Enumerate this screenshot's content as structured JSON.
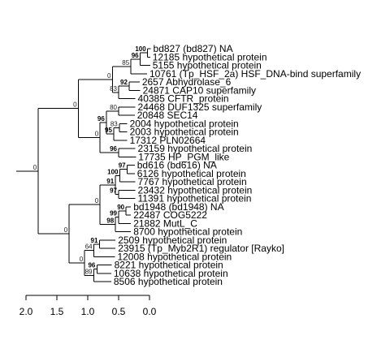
{
  "tree": {
    "id": "n_root",
    "bl": 0.2,
    "support": "0",
    "strong": false,
    "children": [
      {
        "id": "n_A",
        "bl": 0.65,
        "support": "0",
        "strong": false,
        "children": [
          {
            "id": "n_A1",
            "bl": 0.55,
            "support": "0",
            "strong": false,
            "children": [
              {
                "id": "n_A1a",
                "bl": 0.3,
                "support": "85",
                "strong": false,
                "children": [
                  {
                    "id": "n_A1a1",
                    "bl": 0.15,
                    "support": "96",
                    "strong": true,
                    "children": [
                      {
                        "id": "n_A1a1a",
                        "bl": 0.12,
                        "support": "100",
                        "strong": true,
                        "children": [
                          {
                            "id": "L1",
                            "bl": 0.05,
                            "label": "bd827 (bd827) NA"
                          },
                          {
                            "id": "L2",
                            "bl": 0.04,
                            "label": "12185 hypothetical protein"
                          }
                        ]
                      },
                      {
                        "id": "L3",
                        "bl": 0.16,
                        "label": "5155 hypothetical protein"
                      }
                    ]
                  },
                  {
                    "id": "L4",
                    "bl": 0.26,
                    "label": "10761 (Tp_HSF_2a) HSF_DNA-bind superfamily"
                  }
                ]
              },
              {
                "id": "n_A1b",
                "bl": 0.1,
                "support": "83",
                "strong": false,
                "children": [
                  {
                    "id": "n_A1b1",
                    "bl": 0.17,
                    "support": "92",
                    "strong": true,
                    "children": [
                      {
                        "id": "L5",
                        "bl": 0.17,
                        "label": "2657 Abhydrolase_6"
                      },
                      {
                        "id": "L6",
                        "bl": 0.18,
                        "label": "24871 CAP10 superfamily"
                      }
                    ]
                  },
                  {
                    "id": "L7",
                    "bl": 0.27,
                    "label": "40385 CFTR_protein"
                  }
                ]
              }
            ]
          },
          {
            "id": "n_A2",
            "bl": 0.35,
            "support": "0",
            "strong": false,
            "children": [
              {
                "id": "n_A2a",
                "bl": 0.1,
                "support": "96",
                "strong": true,
                "children": [
                  {
                    "id": "n_A2a1",
                    "bl": 0.2,
                    "support": "80",
                    "strong": false,
                    "children": [
                      {
                        "id": "L8",
                        "bl": 0.27,
                        "label": "24468 DUF1325 superfamily"
                      },
                      {
                        "id": "L9",
                        "bl": 0.26,
                        "label": "20848 SEC14"
                      }
                    ]
                  },
                  {
                    "id": "n_A2a2",
                    "bl": 0.12,
                    "support": "95",
                    "strong": true,
                    "children": [
                      {
                        "id": "n_A2a2a",
                        "bl": 0.09,
                        "support": "83",
                        "strong": false,
                        "children": [
                          {
                            "id": "L10",
                            "bl": 0.13,
                            "label": "2004 hypothetical protein"
                          },
                          {
                            "id": "L11",
                            "bl": 0.13,
                            "label": "2003 hypothetical protein"
                          }
                        ]
                      },
                      {
                        "id": "L12",
                        "bl": 0.22,
                        "label": "17312 PLN02664"
                      }
                    ]
                  }
                ]
              },
              {
                "id": "n_A2b",
                "bl": 0.3,
                "support": "96",
                "strong": true,
                "children": [
                  {
                    "id": "L13",
                    "bl": 0.27,
                    "label": "23159 hypothetical protein"
                  },
                  {
                    "id": "L14",
                    "bl": 0.28,
                    "label": "17735 HP_PGM_like"
                  }
                ]
              }
            ]
          }
        ]
      },
      {
        "id": "n_B",
        "bl": 0.5,
        "support": "0",
        "strong": false,
        "children": [
          {
            "id": "n_B1",
            "bl": 0.5,
            "support": "0",
            "strong": false,
            "children": [
              {
                "id": "n_B1a",
                "bl": 0.25,
                "support": "91",
                "strong": true,
                "children": [
                  {
                    "id": "n_B1a1",
                    "bl": 0.07,
                    "support": "100",
                    "strong": true,
                    "children": [
                      {
                        "id": "n_B1a1a",
                        "bl": 0.12,
                        "support": "97",
                        "strong": true,
                        "children": [
                          {
                            "id": "L15",
                            "bl": 0.12,
                            "label": "bd616 (bd616) NA"
                          },
                          {
                            "id": "L16",
                            "bl": 0.12,
                            "label": "6126 hypothetical protein"
                          }
                        ]
                      },
                      {
                        "id": "L17",
                        "bl": 0.25,
                        "label": "7767 hypothetical protein"
                      }
                    ]
                  },
                  {
                    "id": "n_B1a2",
                    "bl": 0.05,
                    "support": "97",
                    "strong": true,
                    "children": [
                      {
                        "id": "L18",
                        "bl": 0.27,
                        "label": "23432 hypothetical protein"
                      },
                      {
                        "id": "L19",
                        "bl": 0.27,
                        "label": "11391 hypothetical protein"
                      }
                    ]
                  }
                ]
              },
              {
                "id": "n_B1b",
                "bl": 0.25,
                "support": "98",
                "strong": true,
                "children": [
                  {
                    "id": "n_B1b1",
                    "bl": 0.05,
                    "support": "99",
                    "strong": true,
                    "children": [
                      {
                        "id": "n_B1b1a",
                        "bl": 0.12,
                        "support": "90",
                        "strong": true,
                        "children": [
                          {
                            "id": "L20",
                            "bl": 0.08,
                            "label": "bd1948 (bd1948) NA"
                          },
                          {
                            "id": "L21",
                            "bl": 0.08,
                            "label": "22487 COG5222"
                          }
                        ]
                      },
                      {
                        "id": "L22",
                        "bl": 0.2,
                        "label": "21882 MutL_C"
                      }
                    ]
                  },
                  {
                    "id": "L23",
                    "bl": 0.25,
                    "label": "8700 hypothetical protein"
                  }
                ]
              }
            ]
          },
          {
            "id": "n_B2",
            "bl": 0.25,
            "support": "0",
            "strong": false,
            "children": [
              {
                "id": "n_B2a",
                "bl": 0.15,
                "support": "64",
                "strong": false,
                "children": [
                  {
                    "id": "n_B2a1",
                    "bl": 0.09,
                    "support": "91",
                    "strong": true,
                    "children": [
                      {
                        "id": "L24",
                        "bl": 0.26,
                        "label": "2509 hypothetical protein"
                      },
                      {
                        "id": "L25",
                        "bl": 0.26,
                        "label": "23915 (Tp_Myb2R1) regulator [Rayko]"
                      }
                    ]
                  },
                  {
                    "id": "L26",
                    "bl": 0.34,
                    "label": "12008 hypothetical protein"
                  }
                ]
              },
              {
                "id": "n_B2b",
                "bl": 0.15,
                "support": "89",
                "strong": false,
                "children": [
                  {
                    "id": "n_B2b1",
                    "bl": 0.05,
                    "support": "96",
                    "strong": true,
                    "children": [
                      {
                        "id": "L27",
                        "bl": 0.24,
                        "label": "8221 hypothetical protein"
                      },
                      {
                        "id": "L28",
                        "bl": 0.23,
                        "label": "10638 hypothetical protein"
                      }
                    ]
                  },
                  {
                    "id": "L29",
                    "bl": 0.28,
                    "label": "8506 hypothetical protein"
                  }
                ]
              }
            ]
          }
        ]
      }
    ]
  },
  "axis": {
    "max": 2.0,
    "ticks": [
      2.0,
      1.5,
      1.0,
      0.5,
      0.0
    ],
    "tick_labels": [
      "2.0",
      "1.5",
      "1.0",
      "0.5",
      "0.0"
    ]
  }
}
